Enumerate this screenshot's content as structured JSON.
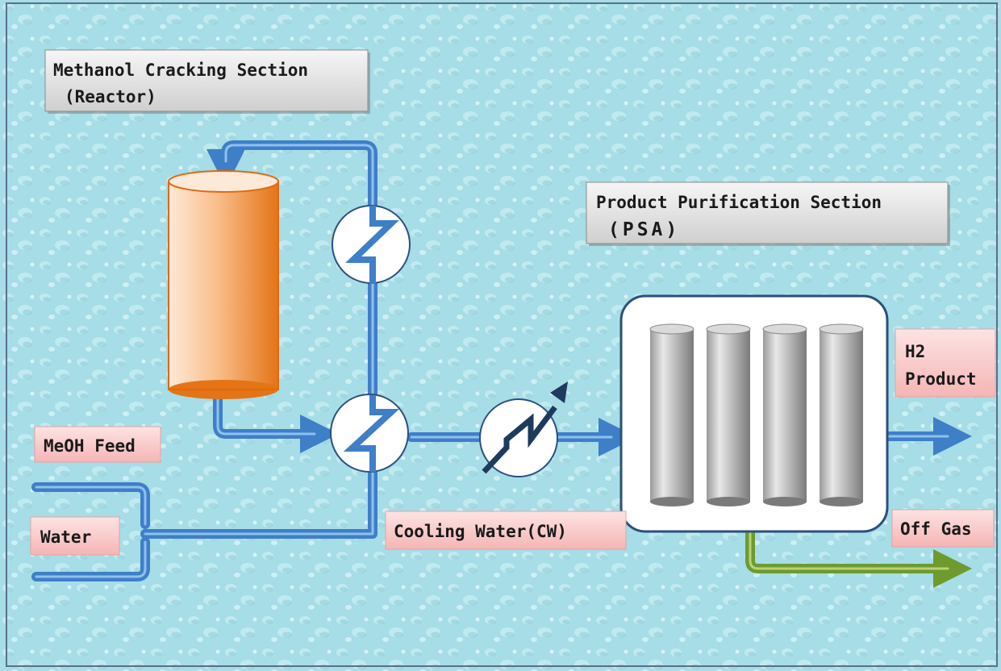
{
  "sections": {
    "reactor": {
      "line1": "Methanol Cracking Section",
      "line2": "(Reactor)"
    },
    "psa": {
      "line1": "Product Purification Section",
      "line2": "(PSA)"
    }
  },
  "streams": {
    "meoh_feed": "MeOH Feed",
    "water": "Water",
    "cooling_water": "Cooling Water(CW)",
    "h2_product_line1": "H2",
    "h2_product_line2": "Product",
    "off_gas": "Off Gas"
  },
  "colors": {
    "background": "#a6dde6",
    "pipe": "#3f7fc8",
    "pipe_light": "#8fc0ee",
    "reactor": "#f08a2c",
    "offgas_pipe": "#6e9a2e",
    "label_pink": "#f8c7c7",
    "label_gray": "#e6e6e6"
  },
  "icons": [
    "reactor-vessel",
    "heat-exchanger",
    "cooler",
    "psa-column"
  ]
}
